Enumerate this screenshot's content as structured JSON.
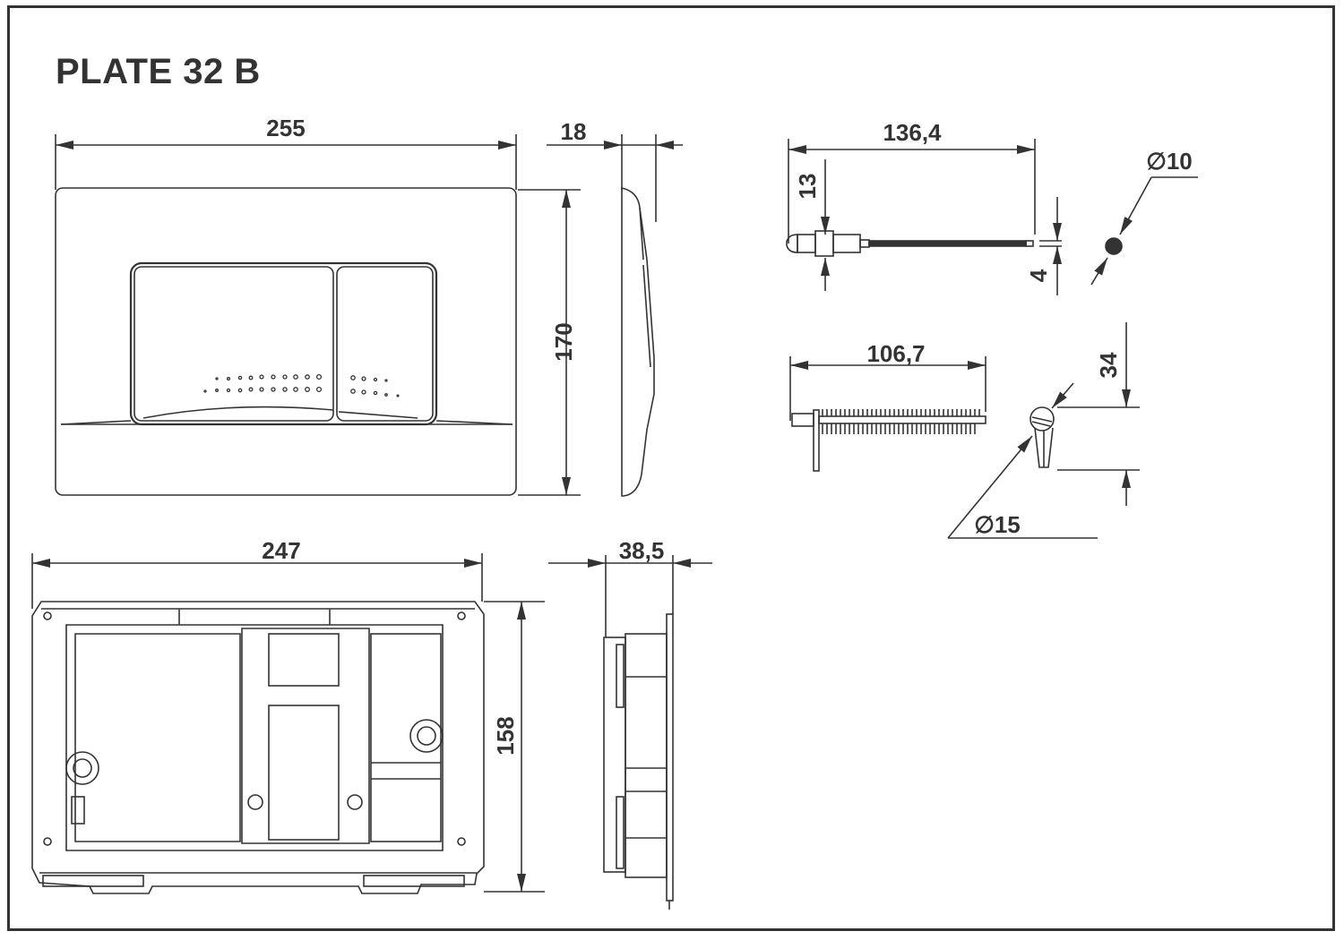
{
  "title": "PLATE 32 B",
  "colors": {
    "line": "#333333",
    "background": "#ffffff"
  },
  "views": {
    "plate_front": {
      "width_label": "255",
      "height_label": "170"
    },
    "plate_side": {
      "depth_label": "18"
    },
    "rod_long": {
      "length_label": "136,4",
      "offset_label": "13",
      "thread_label": "4",
      "diameter_label": "∅10"
    },
    "rod_short": {
      "length_label": "106,7",
      "height_label": "34",
      "diameter_label": "∅15"
    },
    "frame_front": {
      "width_label": "247",
      "height_label": "158"
    },
    "frame_side": {
      "depth_label": "38,5"
    }
  }
}
